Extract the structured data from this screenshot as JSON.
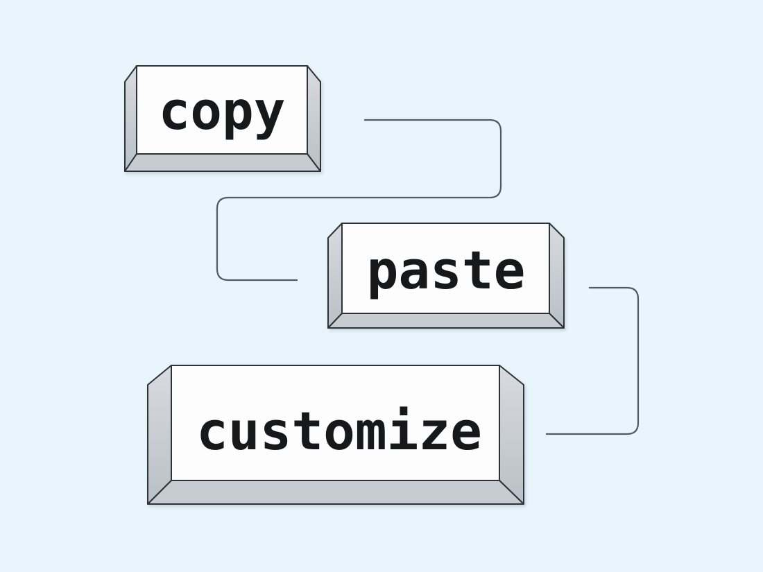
{
  "illustration": {
    "background_color": "#e8f5fc",
    "keys": [
      {
        "label": "copy"
      },
      {
        "label": "paste"
      },
      {
        "label": "customize"
      }
    ],
    "connections": [
      {
        "from": "copy",
        "to": "paste"
      },
      {
        "from": "paste",
        "to": "customize"
      }
    ],
    "colors": {
      "key_face": "#fdfdfd",
      "key_bottom": "#c6ccd2",
      "key_side_light": "#d8dbdf",
      "key_side_dark": "#b9c0c7",
      "key_outline": "#2d3237",
      "connector": "#515a63",
      "label_text": "#17181a"
    }
  }
}
